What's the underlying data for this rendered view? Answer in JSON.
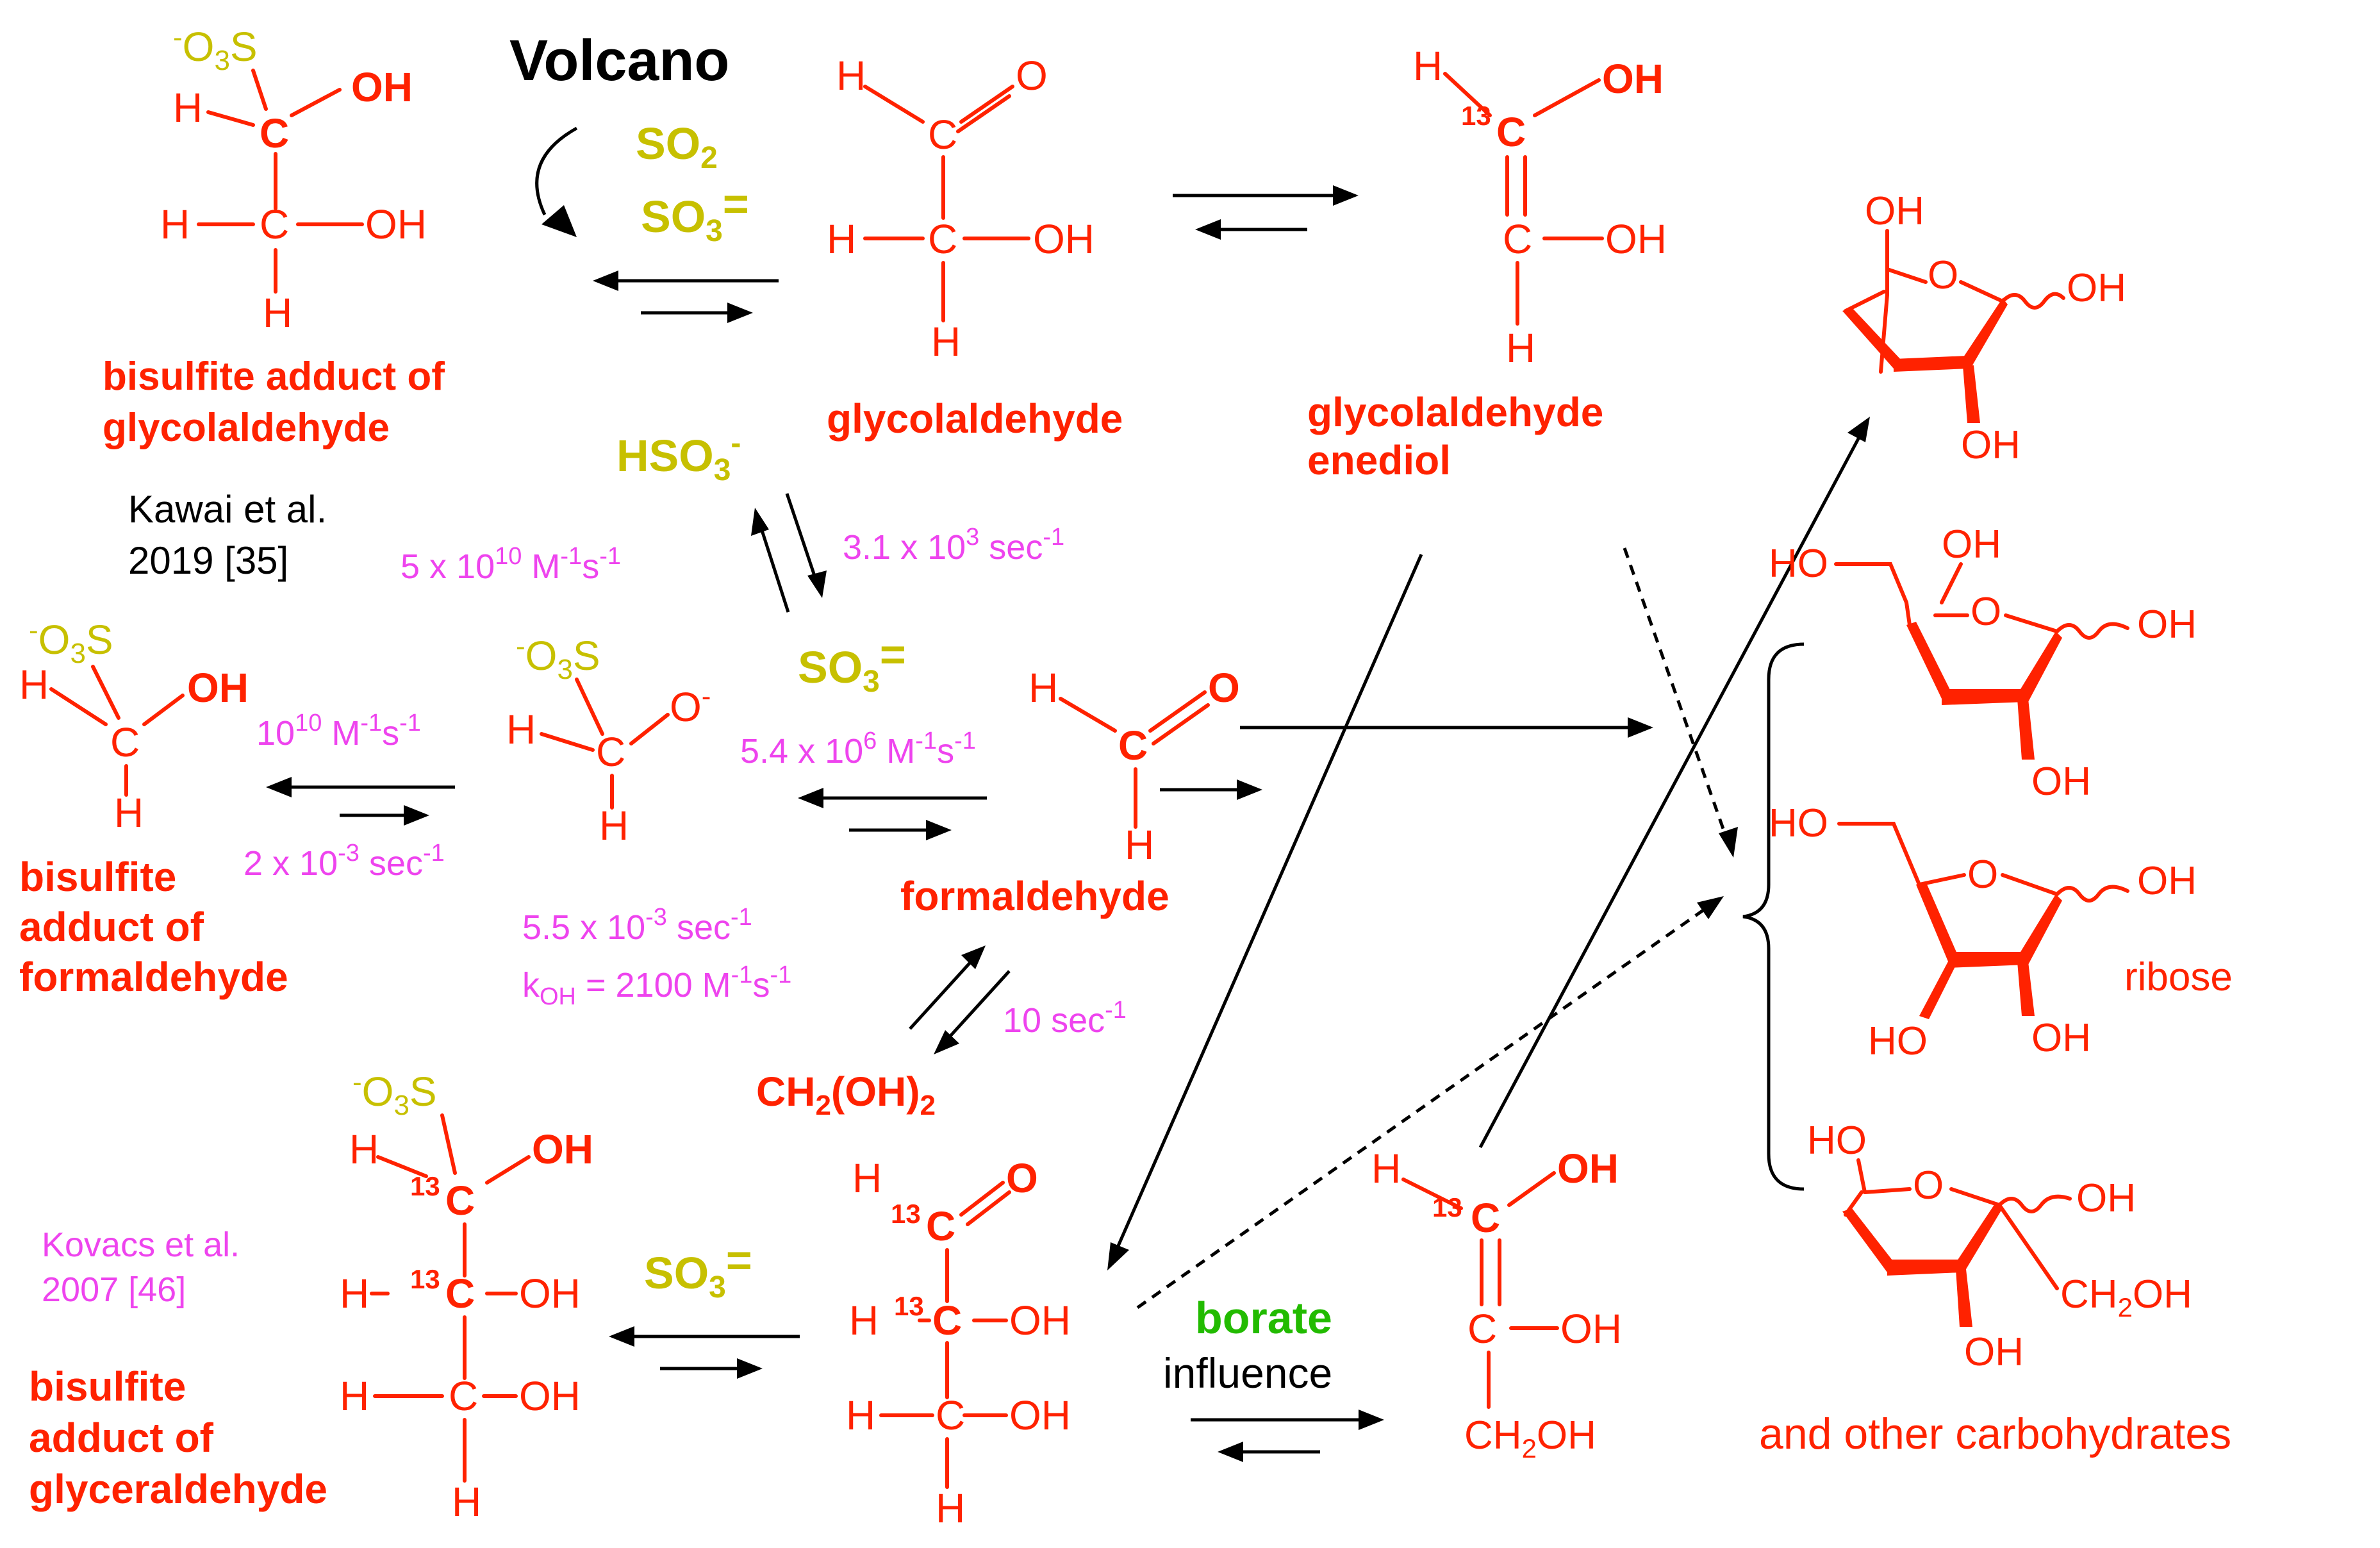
{
  "colors": {
    "compound": "#ff2200",
    "sulfur_species": "#c7c000",
    "rate_constant": "#ee44ee",
    "reference": "#000000",
    "borate": "#22bb00"
  },
  "top_left": {
    "sulfonate": "-O3S",
    "oh_bold": "OH",
    "h1": "H",
    "c1": "C",
    "h2": "H",
    "c2": "C",
    "oh2": "OH",
    "h3": "H",
    "name_line1": "bisulfite adduct of",
    "name_line2": "glycolaldehyde"
  },
  "volcano": {
    "title": "Volcano",
    "so2": "SO2",
    "so3": "SO3="
  },
  "glycolaldehyde": {
    "h1": "H",
    "o": "O",
    "c1": "C",
    "h2": "H",
    "c2": "C",
    "oh": "OH",
    "h3": "H",
    "name": "glycolaldehyde"
  },
  "enediol": {
    "h": "H",
    "iso": "13",
    "c1": "C",
    "oh1": "OH",
    "c2": "C",
    "oh2": "OH",
    "h2": "H",
    "name_line1": "glycolaldehyde",
    "name_line2": "enediol"
  },
  "reference_1": {
    "line1": "Kawai et al.",
    "line2": "2019 [35]"
  },
  "hso3": "HSO3-",
  "rates": {
    "r1": "5 x 1010 M-1s-1",
    "r2": "3.1 x 103 sec-1",
    "r3": "1010 M-1s-1",
    "r4": "5.4 x 106 M-1s-1",
    "r5": "2 x 10-3 sec-1",
    "r6_line1": "5.5 x 10-3 sec-1",
    "r6_line2": "kOH = 2100 M-1s-1",
    "r7": "10 sec-1"
  },
  "so3_mid": "SO3=",
  "hydroxymethanesulfonate": {
    "sulfonate": "-O3S",
    "h": "H",
    "c": "C",
    "oh": "OH",
    "h2": "H",
    "name_line1": "bisulfite",
    "name_line2": "adduct of",
    "name_line3": "formaldehyde"
  },
  "anion": {
    "sulfonate": "-O3S",
    "h": "H",
    "c": "C",
    "o": "O-",
    "h2": "H"
  },
  "formaldehyde": {
    "h": "H",
    "c": "C",
    "o": "O",
    "h2": "H",
    "name": "formaldehyde"
  },
  "methanediol": "CH2(OH)2",
  "reference_2": {
    "line1": "Kovacs et al.",
    "line2": "2007 [46]"
  },
  "glyceraldehyde_adduct": {
    "sulfonate": "-O3S",
    "h": "H",
    "iso": "13",
    "c1": "C",
    "oh1": "OH",
    "h2": "H",
    "c2": "C",
    "oh2": "OH",
    "h3": "H",
    "c3": "C",
    "oh3": "OH",
    "h4": "H",
    "name_line1": "bisulfite",
    "name_line2": "adduct of",
    "name_line3": "glyceraldehyde"
  },
  "so3_bottom": "SO3=",
  "glyceraldehyde": {
    "h": "H",
    "iso": "13",
    "c1": "C",
    "o": "O",
    "h2": "H",
    "c2": "C",
    "oh": "OH",
    "h3": "H",
    "c3": "C",
    "oh2": "OH",
    "h4": "H"
  },
  "borate": {
    "word": "borate",
    "influence": "influence"
  },
  "glyceraldehyde_enediol": {
    "h": "H",
    "iso": "13",
    "c1": "C",
    "oh1": "OH",
    "c2": "C",
    "oh2": "OH",
    "ch2oh": "CH2OH"
  },
  "sugars": {
    "s1": {
      "oh_top": "OH",
      "o": "O",
      "oh_right": "OH",
      "oh_bottom": "OH"
    },
    "s2": {
      "ho_left": "HO",
      "oh_top": "OH",
      "o": "O",
      "oh_right": "OH",
      "oh_bottom": "OH"
    },
    "s3": {
      "ho_left": "HO",
      "o": "O",
      "oh_right": "OH",
      "ho_bottom": "HO",
      "oh_bottom": "OH",
      "name": "ribose"
    },
    "s4": {
      "ho_top": "HO",
      "o": "O",
      "oh_right": "OH",
      "ch2oh": "CH2OH",
      "oh_bottom": "OH"
    },
    "footer": "and other carbohydrates"
  }
}
